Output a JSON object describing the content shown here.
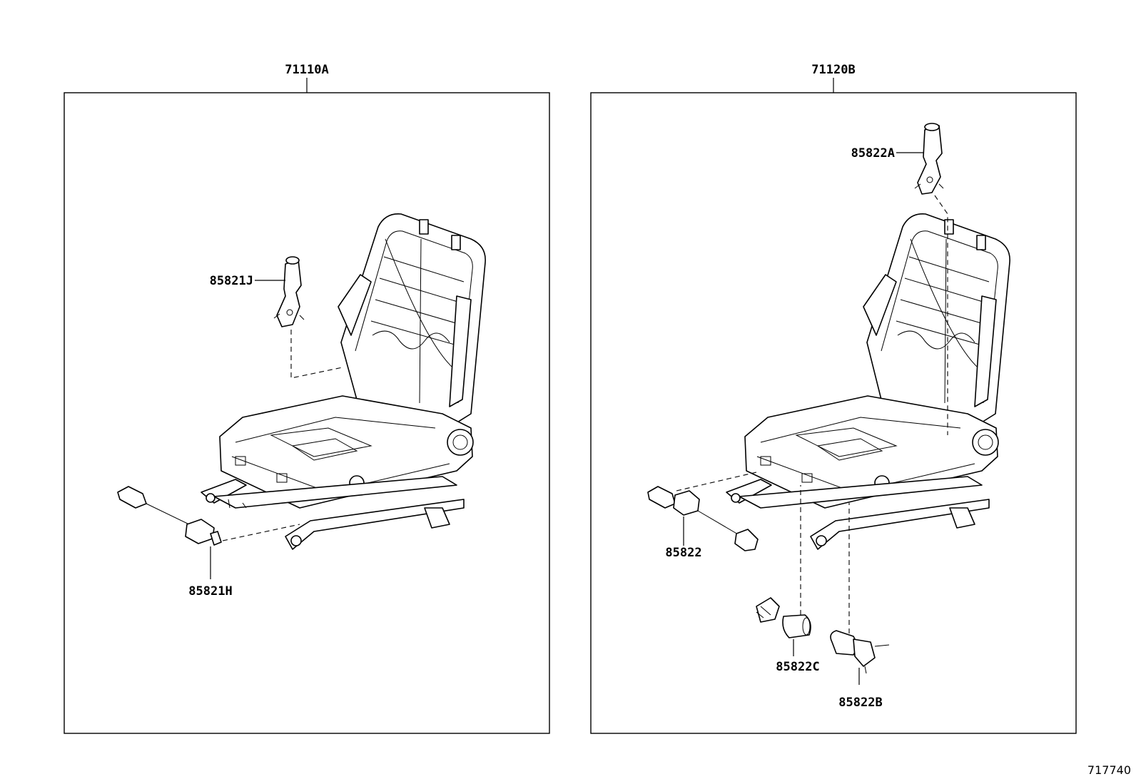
{
  "assemblies": [
    {
      "id": "left",
      "label": "71110A",
      "parts": [
        {
          "label": "85821J"
        },
        {
          "label": "85821H"
        }
      ]
    },
    {
      "id": "right",
      "label": "71120B",
      "parts": [
        {
          "label": "85822A"
        },
        {
          "label": "85822"
        },
        {
          "label": "85822C"
        },
        {
          "label": "85822B"
        }
      ]
    }
  ],
  "diagram_ref": "717740",
  "colors": {
    "line": "#000000",
    "background": "#ffffff"
  }
}
